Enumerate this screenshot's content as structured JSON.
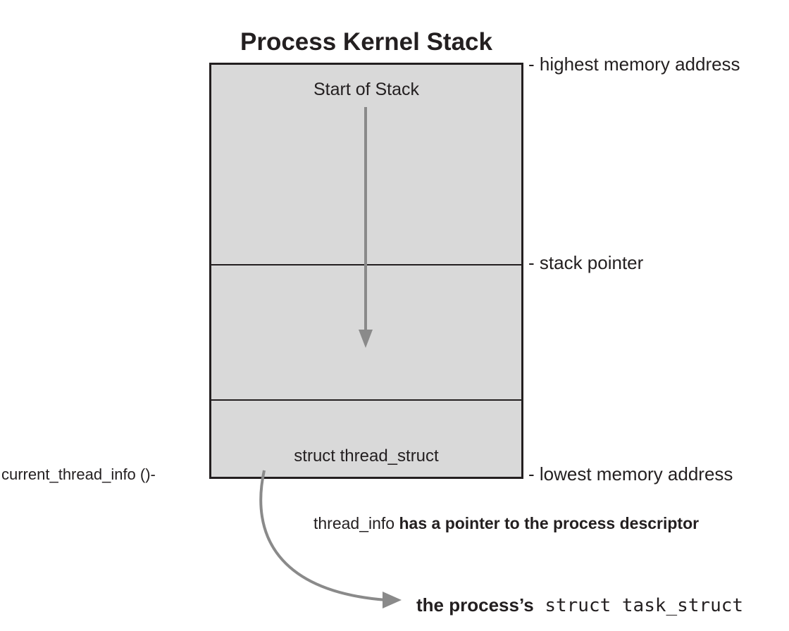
{
  "title": "Process Kernel Stack",
  "stack": {
    "start_label": "Start of Stack",
    "thread_label": "struct thread_struct"
  },
  "markers": {
    "highest": "- highest memory address",
    "stack_pointer": "- stack pointer",
    "lowest": "- lowest memory address"
  },
  "current_thread_info": "current_thread_info ()-",
  "note": {
    "prefix": "thread_info",
    "rest": " has a pointer to the process descriptor"
  },
  "target": {
    "bold_part": "the process’s",
    "code_part": " struct task_struct"
  },
  "colors": {
    "stack_fill": "#d9d9d9",
    "outline": "#231f20",
    "arrow": "#8a8a8a"
  }
}
